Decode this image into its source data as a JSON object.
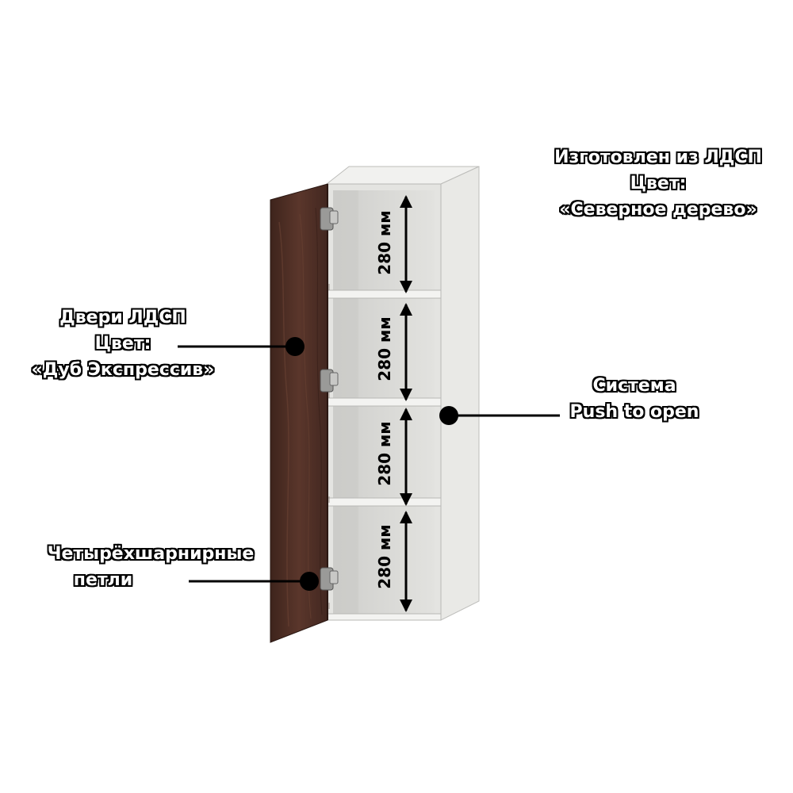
{
  "callouts": {
    "material": {
      "line1": "Изготовлен из ЛДСП",
      "line2": "Цвет:",
      "line3": "«Северное дерево»"
    },
    "doors": {
      "line1": "Двери ЛДСП",
      "line2": "Цвет:",
      "line3": "«Дуб Экспрессив»"
    },
    "system": {
      "line1": "Система",
      "line2": "Push to open"
    },
    "hinges": {
      "line1": "Четырёхшарнирные",
      "line2": "петли"
    }
  },
  "dimensions": {
    "shelf1": "280 мм",
    "shelf2": "280 мм",
    "shelf3": "280 мм",
    "shelf4": "280 мм"
  },
  "colors": {
    "carcass": "#e7e7e4",
    "carcass_inner": "#d9d9d6",
    "door": "#4a2b22",
    "leader": "#000000"
  }
}
